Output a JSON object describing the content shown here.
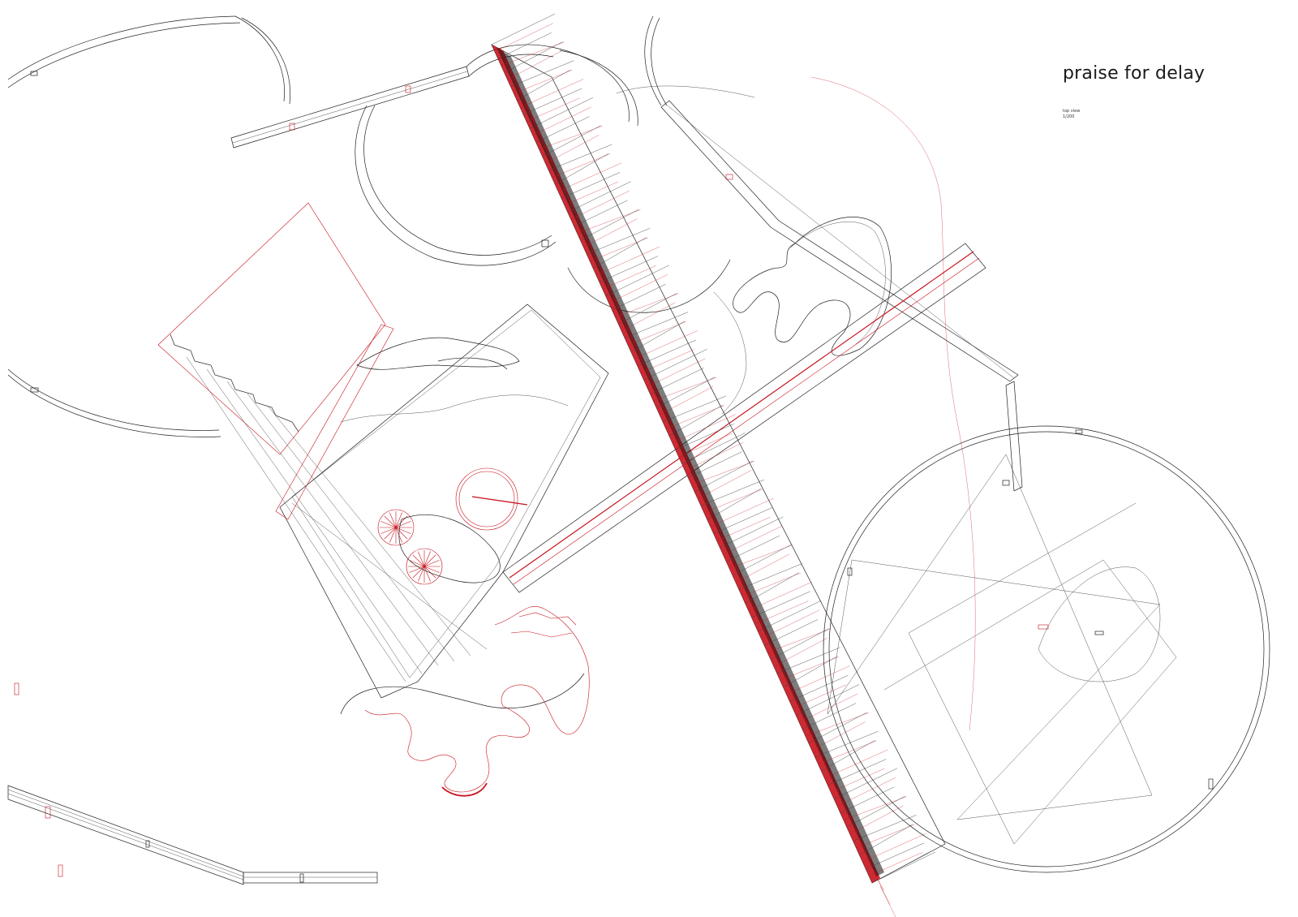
{
  "drawing": {
    "title": "praise for delay",
    "view": "top view",
    "scale": "1/200",
    "colors": {
      "line": "#222222",
      "accent": "#c8141e",
      "background": "#ffffff"
    }
  }
}
